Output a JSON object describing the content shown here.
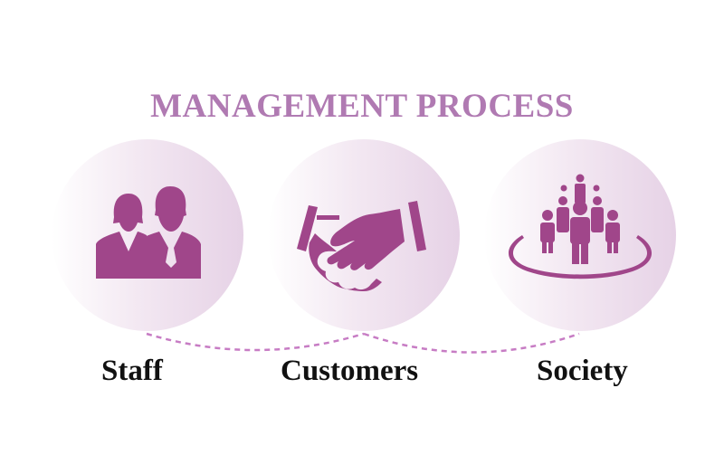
{
  "title": "MANAGEMENT PROCESS",
  "colors": {
    "title": "#b07ab2",
    "icon": "#a0468a",
    "connector": "#c77cc4",
    "label": "#111111",
    "circle_light": "#ffffff",
    "circle_dark": "#e6d2e6"
  },
  "nodes": [
    {
      "label": "Staff",
      "icon": "two-people-business-icon"
    },
    {
      "label": "Customers",
      "icon": "handshake-icon"
    },
    {
      "label": "Society",
      "icon": "people-group-circle-icon"
    }
  ]
}
